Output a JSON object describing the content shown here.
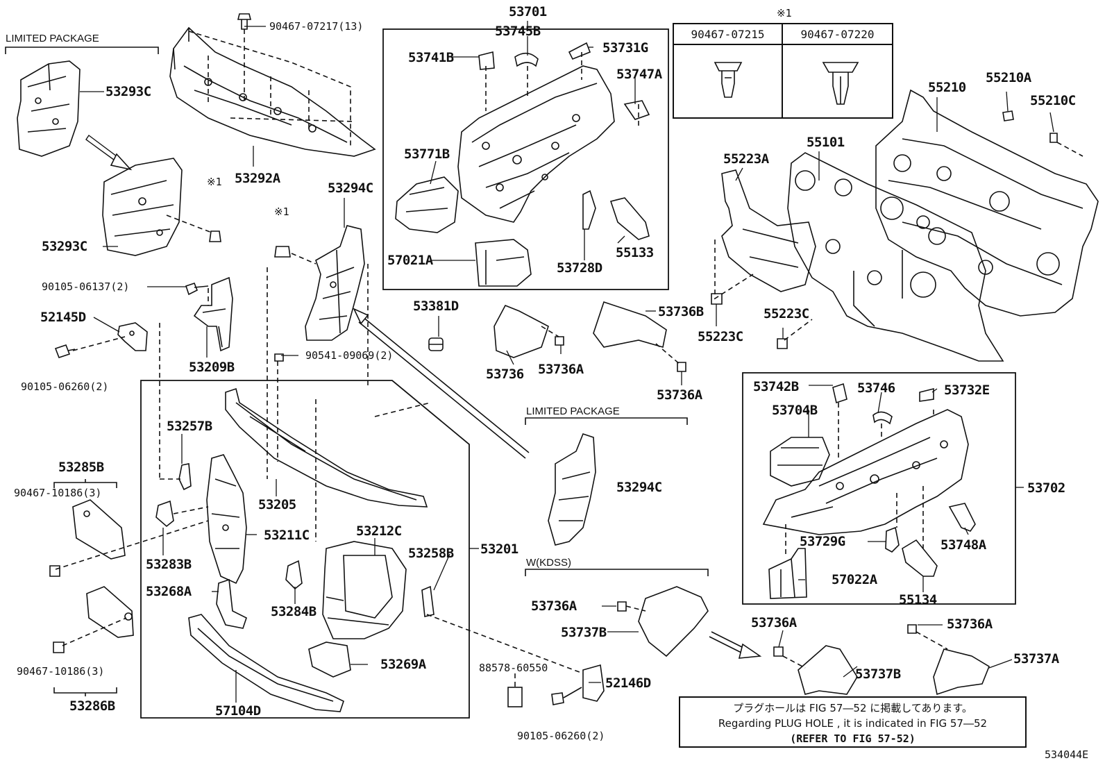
{
  "diagram_id": "534044E",
  "top_label": "53701",
  "clip_table": {
    "marker": "※1",
    "columns": [
      "90467-07215",
      "90467-07220"
    ]
  },
  "packages": {
    "limited_top_left": "LIMITED PACKAGE",
    "limited_mid": "LIMITED PACKAGE",
    "w_kdss": "W(KDSS)"
  },
  "markers": {
    "ref1": "※1",
    "ref2": "※1"
  },
  "labels": {
    "p90467_07217": "90467-07217(13)",
    "p53293C_a": "53293C",
    "p53293C_b": "53293C",
    "p53292A": "53292A",
    "p53294C_a": "53294C",
    "p53294C_b": "53294C",
    "p90105_06137": "90105-06137(2)",
    "p52145D": "52145D",
    "p90105_06260_a": "90105-06260(2)",
    "p90105_06260_b": "90105-06260(2)",
    "p53209B": "53209B",
    "p90541_09069": "90541-09069(2)",
    "p53257B": "53257B",
    "p53285B": "53285B",
    "p90467_10186_a": "90467-10186(3)",
    "p90467_10186_b": "90467-10186(3)",
    "p53205": "53205",
    "p53211C": "53211C",
    "p53283B": "53283B",
    "p53212C": "53212C",
    "p53258B": "53258B",
    "p53201": "53201",
    "p53268A": "53268A",
    "p53284B": "53284B",
    "p53269A": "53269A",
    "p57104D": "57104D",
    "p53286B": "53286B",
    "p88578_60550": "88578-60550",
    "p52146D": "52146D",
    "p53745B": "53745B",
    "p53741B": "53741B",
    "p53731G": "53731G",
    "p53747A": "53747A",
    "p53771B": "53771B",
    "p57021A": "57021A",
    "p53728D": "53728D",
    "p55133": "55133",
    "p53381D": "53381D",
    "p53736": "53736",
    "p53736A_a": "53736A",
    "p53736B": "53736B",
    "p53736A_b": "53736A",
    "p55210": "55210",
    "p55210A": "55210A",
    "p55210C": "55210C",
    "p55101": "55101",
    "p55223A": "55223A",
    "p55223C_a": "55223C",
    "p55223C_b": "55223C",
    "p53742B": "53742B",
    "p53746": "53746",
    "p53732E": "53732E",
    "p53704B": "53704B",
    "p53702": "53702",
    "p53729G": "53729G",
    "p53748A": "53748A",
    "p57022A": "57022A",
    "p55134": "55134",
    "p53736A_c": "53736A",
    "p53737B_a": "53737B",
    "p53736A_d": "53736A",
    "p53737B_b": "53737B",
    "p53736A_e": "53736A",
    "p53737A": "53737A"
  },
  "note": {
    "line1": "プラグホールは FIG 57―52 に掲載してあります。",
    "line2": "Regarding  PLUG  HOLE , it is indicated in FIG  57―52",
    "line3": "(REFER TO FIG 57-52)"
  }
}
